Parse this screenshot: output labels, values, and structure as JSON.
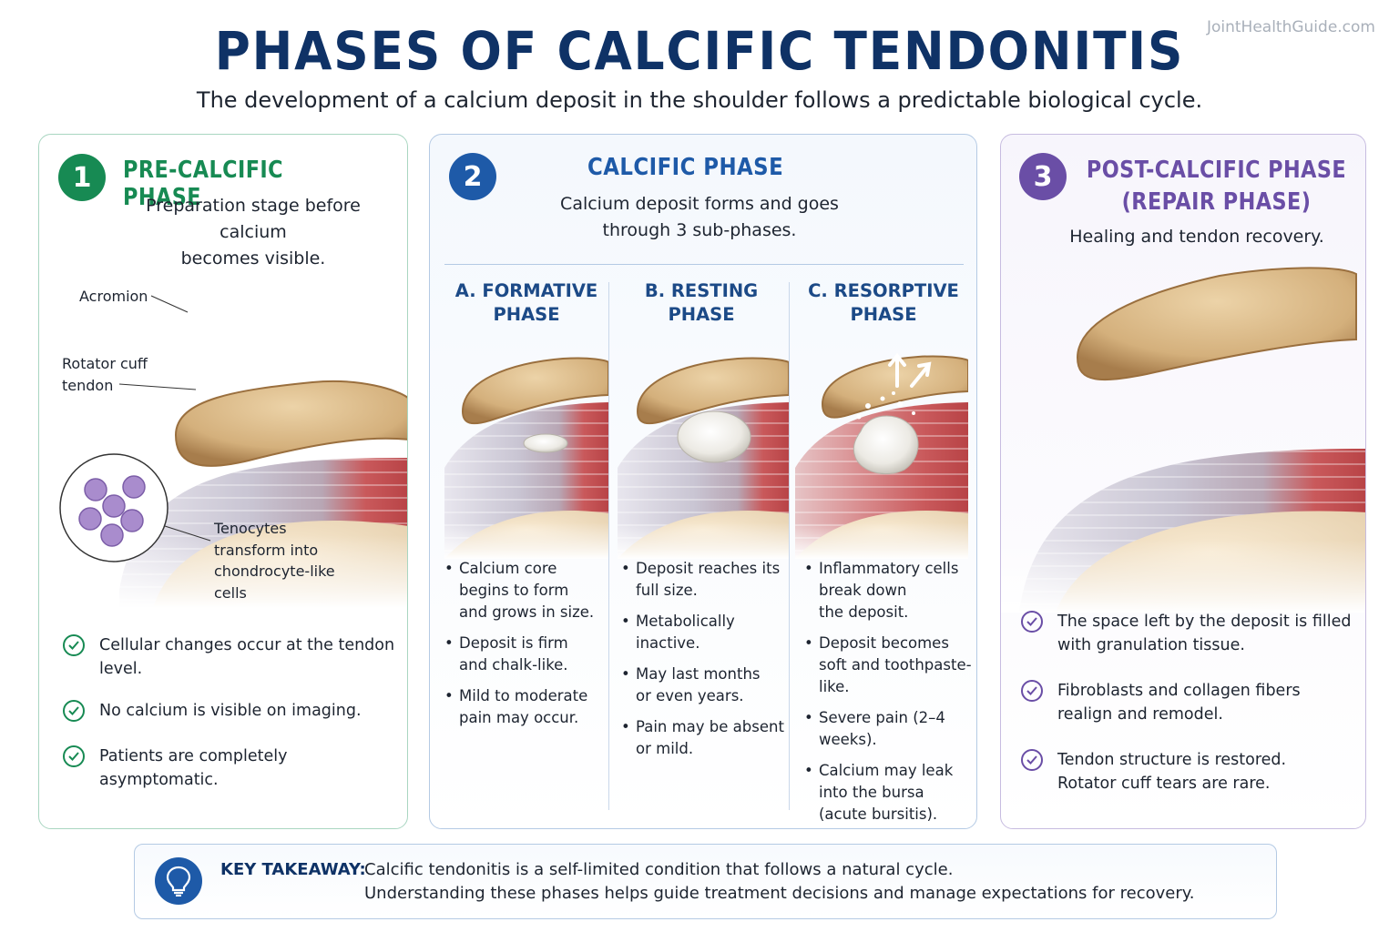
{
  "watermark": "JointHealthGuide.com",
  "title": "PHASES OF CALCIFIC TENDONITIS",
  "subtitle": "The development of a calcium deposit in the shoulder follows a predictable biological cycle.",
  "colors": {
    "pre_calcific": "#178a53",
    "calcific": "#1e5aa8",
    "post_calcific": "#6a4ea6",
    "heading_navy": "#0f3266"
  },
  "phase1": {
    "number": "1",
    "title": "PRE-CALCIFIC PHASE",
    "desc_lines": [
      "Preparation stage before calcium",
      "becomes visible."
    ],
    "labels": {
      "acromion": "Acromion",
      "tendon_lines": [
        "Rotator cuff",
        "tendon"
      ],
      "cells_lines": [
        "Tenocytes",
        "transform into",
        "chondrocyte-like",
        "cells"
      ]
    },
    "points": [
      [
        "Cellular changes occur at the tendon",
        "level."
      ],
      [
        "No calcium is visible on imaging."
      ],
      [
        "Patients are completely asymptomatic."
      ]
    ]
  },
  "phase2": {
    "number": "2",
    "title": "CALCIFIC PHASE",
    "desc_lines": [
      "Calcium deposit forms and goes",
      "through 3 sub-phases."
    ],
    "subphases": [
      {
        "title_lines": [
          "A. FORMATIVE",
          "PHASE"
        ],
        "points": [
          [
            "Calcium core",
            "begins to form",
            "and grows in size."
          ],
          [
            "Deposit is firm",
            "and chalk-like."
          ],
          [
            "Mild to moderate",
            "pain may occur."
          ]
        ]
      },
      {
        "title_lines": [
          "B. RESTING",
          "PHASE"
        ],
        "points": [
          [
            "Deposit reaches its",
            "full size."
          ],
          [
            "Metabolically",
            "inactive."
          ],
          [
            "May last months",
            "or even years."
          ],
          [
            "Pain may be absent",
            "or mild."
          ]
        ]
      },
      {
        "title_lines": [
          "C. RESORPTIVE",
          "PHASE"
        ],
        "points": [
          [
            "Inflammatory cells",
            "break down",
            "the deposit."
          ],
          [
            "Deposit becomes",
            "soft and toothpaste-",
            "like."
          ],
          [
            "Severe pain (2–4",
            "weeks)."
          ],
          [
            "Calcium may leak",
            "into the bursa",
            "(acute bursitis)."
          ]
        ]
      }
    ]
  },
  "phase3": {
    "number": "3",
    "title_lines": [
      "POST-CALCIFIC PHASE",
      "(REPAIR PHASE)"
    ],
    "desc": "Healing and tendon recovery.",
    "points": [
      [
        "The space left by the deposit is filled",
        "with granulation tissue."
      ],
      [
        "Fibroblasts and collagen fibers",
        "realign and remodel."
      ],
      [
        "Tendon structure is restored.",
        "Rotator cuff tears are rare."
      ]
    ]
  },
  "takeaway": {
    "label": "KEY TAKEAWAY:",
    "lines": [
      "Calcific tendonitis is a self-limited condition that follows a natural cycle.",
      "Understanding these phases helps guide treatment decisions and manage expectations for recovery."
    ]
  }
}
